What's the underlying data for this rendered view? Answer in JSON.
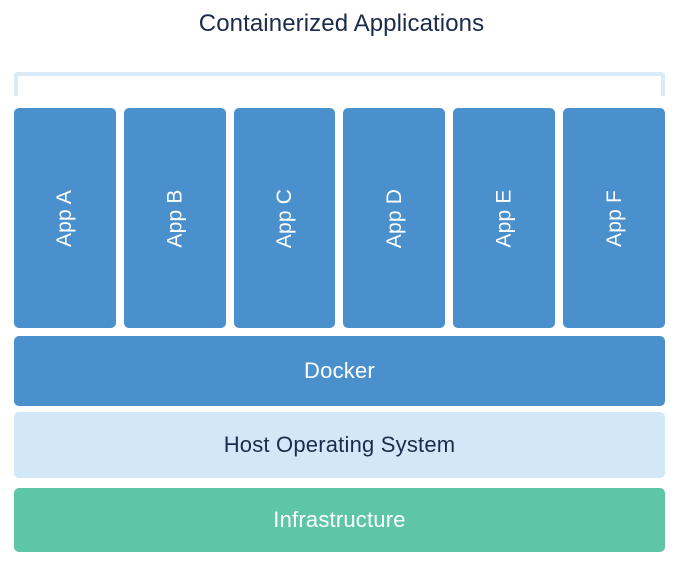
{
  "diagram": {
    "title": "Containerized Applications",
    "title_color": "#1b2b49",
    "background_color": "#ffffff",
    "bracket": {
      "name": "containerized-applications-bracket",
      "color": "#d9eaf9"
    },
    "apps": [
      {
        "label": "App A",
        "color": "#4a90cd",
        "text_color": "#ffffff"
      },
      {
        "label": "App B",
        "color": "#4a90cd",
        "text_color": "#ffffff"
      },
      {
        "label": "App C",
        "color": "#4a90cd",
        "text_color": "#ffffff"
      },
      {
        "label": "App D",
        "color": "#4a90cd",
        "text_color": "#ffffff"
      },
      {
        "label": "App E",
        "color": "#4a90cd",
        "text_color": "#ffffff"
      },
      {
        "label": "App F",
        "color": "#4a90cd",
        "text_color": "#ffffff"
      }
    ],
    "layers": [
      {
        "label": "Docker",
        "color": "#4a90cd",
        "text_color": "#ffffff"
      },
      {
        "label": "Host Operating System",
        "color": "#d2e7f7",
        "text_color": "#1b2b49"
      },
      {
        "label": "Infrastructure",
        "color": "#5ec5a5",
        "text_color": "#ffffff"
      }
    ]
  }
}
